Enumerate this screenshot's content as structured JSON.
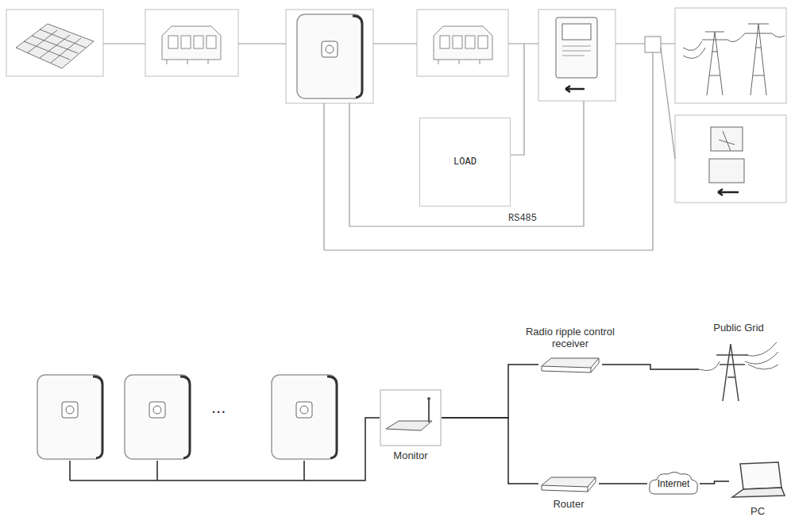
{
  "diagram": {
    "nodes": [
      {
        "text": [
          "LOAD"
        ]
      },
      {
        "text": [
          "Monitor"
        ]
      },
      {
        "text": [
          "Radio ripple control receiver"
        ]
      },
      {
        "text": [
          "Public Grid"
        ]
      },
      {
        "text": [
          "Router"
        ]
      },
      {
        "text": [
          "Internet"
        ]
      },
      {
        "text": [
          "PC"
        ]
      }
    ],
    "edges": [
      {
        "from": 1,
        "to": 2,
        "arrow": "none"
      },
      {
        "from": 2,
        "to": 3,
        "arrow": "none"
      },
      {
        "from": 1,
        "to": 4,
        "arrow": "none"
      },
      {
        "from": 4,
        "to": 5,
        "arrow": "none"
      },
      {
        "from": 5,
        "to": 6,
        "arrow": "none"
      }
    ],
    "labels": [
      "RS485",
      "..."
    ]
  }
}
